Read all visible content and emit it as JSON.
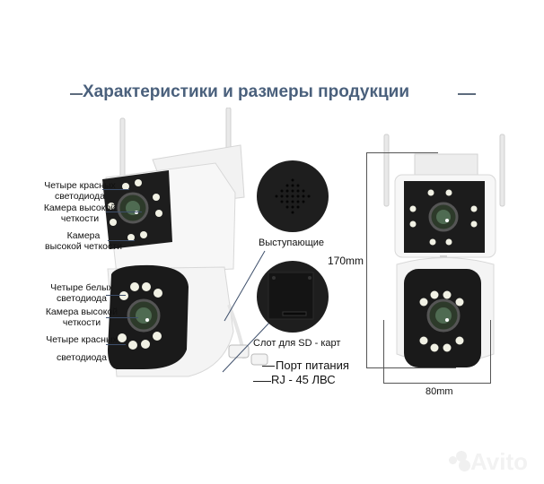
{
  "title": "Характеристики и размеры продукции",
  "left_labels": [
    {
      "line1": "Четыре красных",
      "line2": "светодиода"
    },
    {
      "line1": "Камера высокой",
      "line2": "четкости"
    },
    {
      "line1": "Камера",
      "line2": "высокой четкости"
    },
    {
      "line1": "Четыре белых",
      "line2": "светодиода"
    },
    {
      "line1": "Камера высокой",
      "line2": "четкости"
    },
    {
      "line1": "Четыре красных",
      "line2": "светодиода"
    }
  ],
  "callouts": {
    "speaker": "Выступающие",
    "sd_slot": "Слот для SD - карт",
    "power_port": "Порт питания",
    "lan_port": "RJ - 45 ЛВС"
  },
  "dimensions": {
    "height": "170mm",
    "width": "80mm"
  },
  "watermark": "Avito",
  "colors": {
    "title": "#4a607c",
    "camera_body": "#f4f4f4",
    "camera_face": "#1b1b1b"
  }
}
